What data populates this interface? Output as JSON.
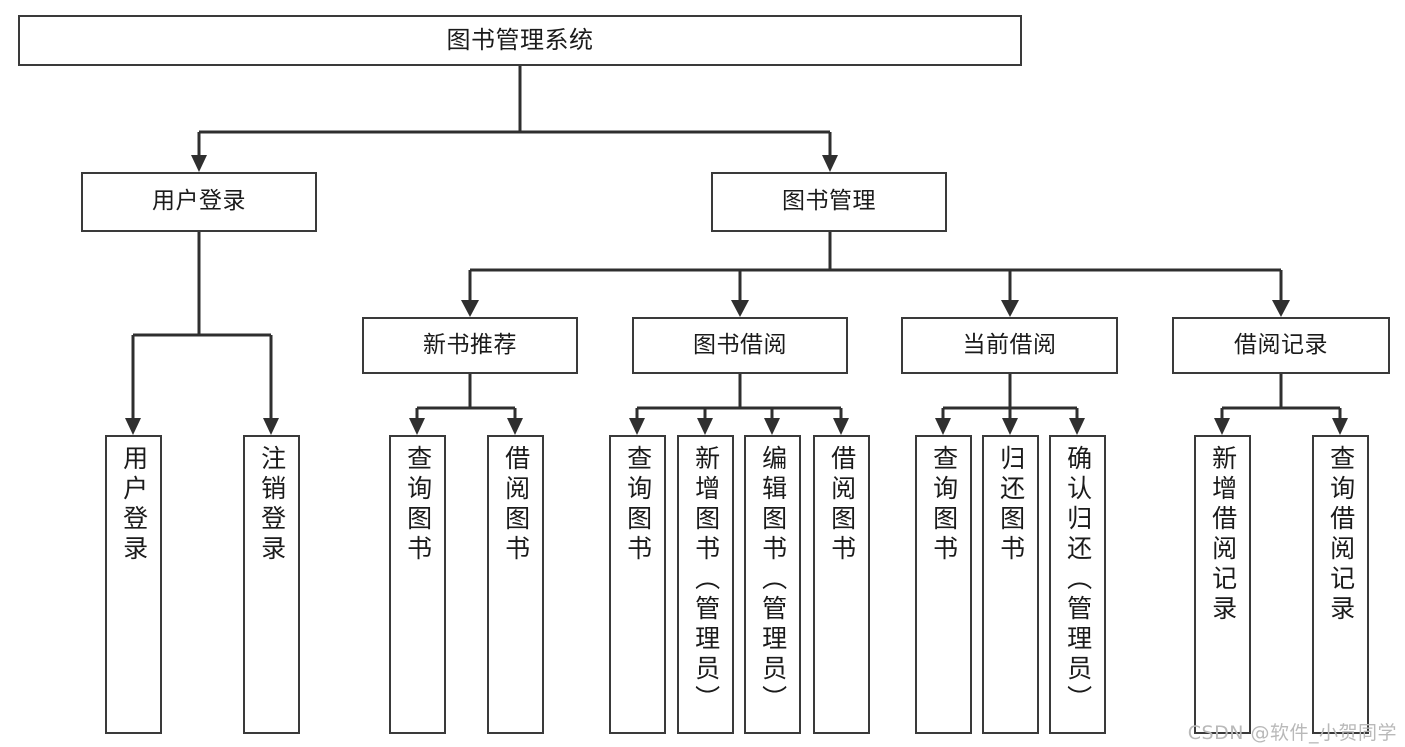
{
  "diagram": {
    "title": "图书管理系统",
    "type": "tree-hierarchy",
    "watermark": "CSDN @软件_小贺同学",
    "colors": {
      "box_border": "#3a3a3a",
      "box_fill": "#ffffff",
      "edge": "#2f2f2f",
      "text": "#1b1b1b",
      "watermark": "#b9b9b9"
    },
    "root": {
      "id": "root",
      "label": "图书管理系统"
    },
    "level2": [
      {
        "id": "user-login",
        "label": "用户登录"
      },
      {
        "id": "book-manage",
        "label": "图书管理"
      }
    ],
    "level3": [
      {
        "id": "new-book-rec",
        "label": "新书推荐"
      },
      {
        "id": "book-borrow",
        "label": "图书借阅"
      },
      {
        "id": "current-borrow",
        "label": "当前借阅"
      },
      {
        "id": "borrow-record",
        "label": "借阅记录"
      }
    ],
    "leaves": {
      "user_login": [
        {
          "id": "leaf-user-login",
          "label": "用户登录"
        },
        {
          "id": "leaf-logout",
          "label": "注销登录"
        }
      ],
      "new_book_rec": [
        {
          "id": "leaf-query-book-1",
          "label": "查询图书"
        },
        {
          "id": "leaf-borrow-book-1",
          "label": "借阅图书"
        }
      ],
      "book_borrow": [
        {
          "id": "leaf-query-book-2",
          "label": "查询图书"
        },
        {
          "id": "leaf-add-book",
          "label": "新增图书（管理员）"
        },
        {
          "id": "leaf-edit-book",
          "label": "编辑图书（管理员）"
        },
        {
          "id": "leaf-borrow-book-2",
          "label": "借阅图书"
        }
      ],
      "current_borrow": [
        {
          "id": "leaf-query-book-3",
          "label": "查询图书"
        },
        {
          "id": "leaf-return-book",
          "label": "归还图书"
        },
        {
          "id": "leaf-confirm-return",
          "label": "确认归还（管理员）"
        }
      ],
      "borrow_record": [
        {
          "id": "leaf-add-record",
          "label": "新增借阅记录"
        },
        {
          "id": "leaf-query-record",
          "label": "查询借阅记录"
        }
      ]
    }
  }
}
